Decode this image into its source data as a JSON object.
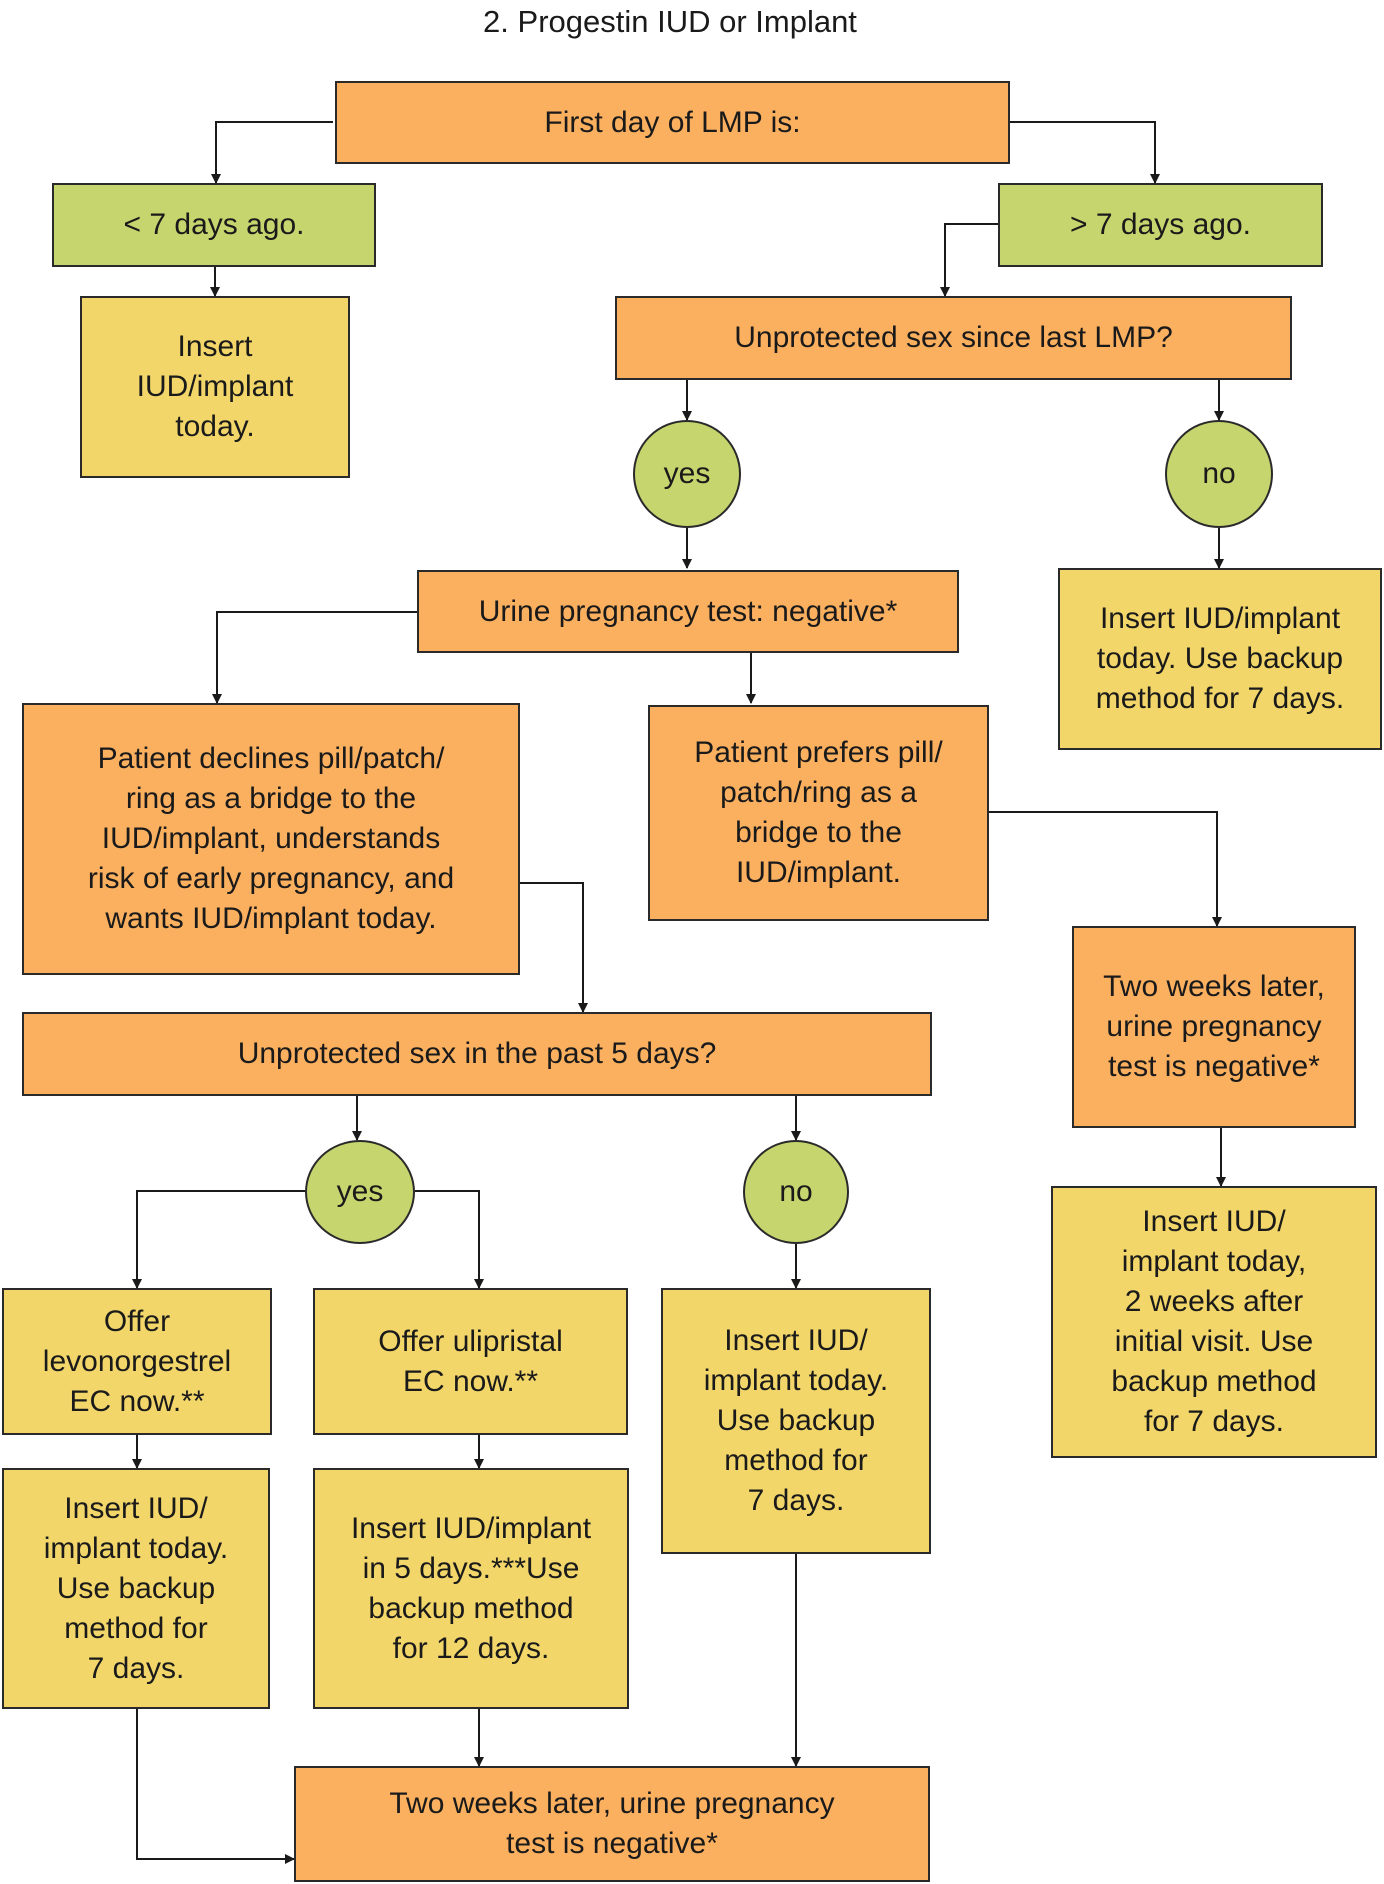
{
  "title": "2. Progestin IUD or Implant",
  "nodes": {
    "lmp": "First day of LMP is:",
    "lt7": "< 7 days ago.",
    "gt7": "> 7 days ago.",
    "insert_today": "Insert\nIUD/implant\ntoday.",
    "unprotected_since_lmp": "Unprotected sex since last LMP?",
    "yes1": "yes",
    "no1": "no",
    "insert_backup7_right": "Insert IUD/implant\ntoday. Use backup\nmethod for 7 days.",
    "urine_test": "Urine pregnancy test: negative*",
    "declines": "Patient declines pill/patch/\nring as a bridge to the\nIUD/implant, understands\nrisk of early pregnancy, and\nwants IUD/implant today.",
    "prefers": "Patient prefers pill/\npatch/ring as a\nbridge to the\nIUD/implant.",
    "two_weeks_right": "Two weeks later,\nurine pregnancy\ntest is negative*",
    "insert_2weeks": "Insert IUD/\nimplant today,\n2 weeks after\ninitial visit. Use\nbackup method\nfor 7 days.",
    "unprotected_5days": "Unprotected sex in the past 5 days?",
    "yes2": "yes",
    "no2": "no",
    "levonorgestrel": "Offer\nlevonorgestrel\nEC now.**",
    "ulipristal": "Offer ulipristal\nEC now.**",
    "insert_backup7_mid": "Insert IUD/\nimplant today.\nUse backup\nmethod for\n7 days.",
    "insert_backup7_left": "Insert IUD/\nimplant today.\nUse backup\nmethod for\n7 days.",
    "insert_5days": "Insert IUD/implant\nin 5 days.***Use\nbackup method\nfor 12 days.",
    "two_weeks_bottom": "Two weeks later, urine pregnancy\ntest is negative*"
  },
  "colors": {
    "orange": "#fbb060",
    "yellow": "#f2d66a",
    "green": "#c6d56e",
    "line": "#1a1a1a"
  }
}
